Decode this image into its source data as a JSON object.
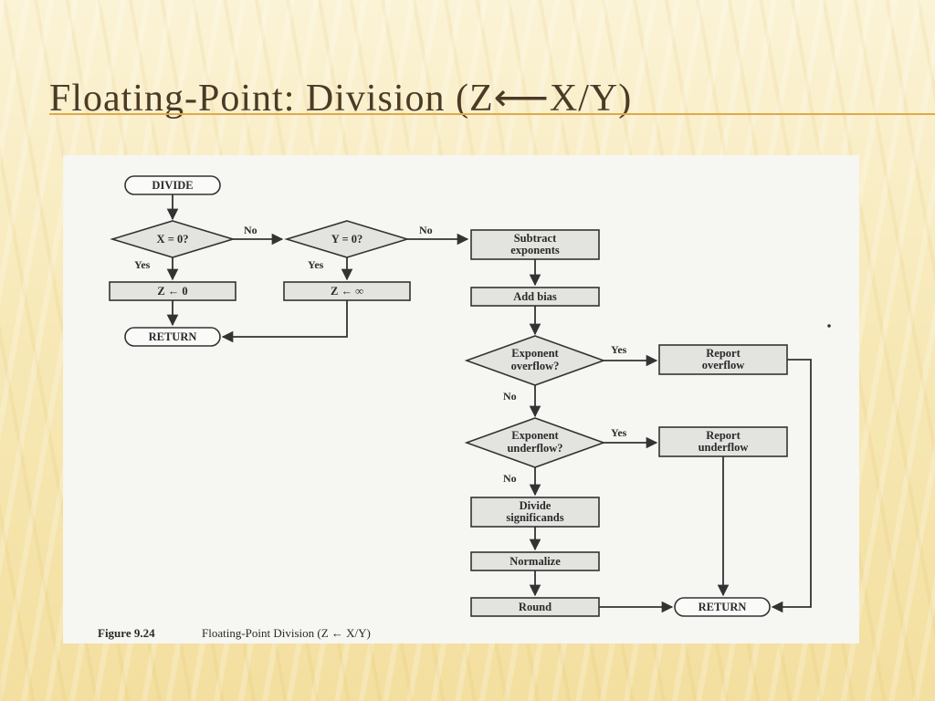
{
  "title": "Floating-Point: Division (Z⟵X/Y)",
  "flowchart": {
    "nodes": {
      "divide": "DIVIDE",
      "x_zero": "X = 0?",
      "y_zero": "Y = 0?",
      "z_zero": "Z ← 0",
      "z_inf": "Z ← ∞",
      "return_left": "RETURN",
      "subtract_1": "Subtract",
      "subtract_2": "exponents",
      "add_bias": "Add bias",
      "exp_over_1": "Exponent",
      "exp_over_2": "overflow?",
      "report_over_1": "Report",
      "report_over_2": "overflow",
      "exp_under_1": "Exponent",
      "exp_under_2": "underflow?",
      "report_under_1": "Report",
      "report_under_2": "underflow",
      "divide_sig_1": "Divide",
      "divide_sig_2": "significands",
      "normalize": "Normalize",
      "round": "Round",
      "return_right": "RETURN"
    },
    "labels": {
      "x_no": "No",
      "x_yes": "Yes",
      "y_no": "No",
      "y_yes": "Yes",
      "over_yes": "Yes",
      "over_no": "No",
      "under_yes": "Yes",
      "under_no": "No"
    },
    "caption_label": "Figure 9.24",
    "caption_text": "Floating-Point Division (Z ← X/Y)"
  }
}
